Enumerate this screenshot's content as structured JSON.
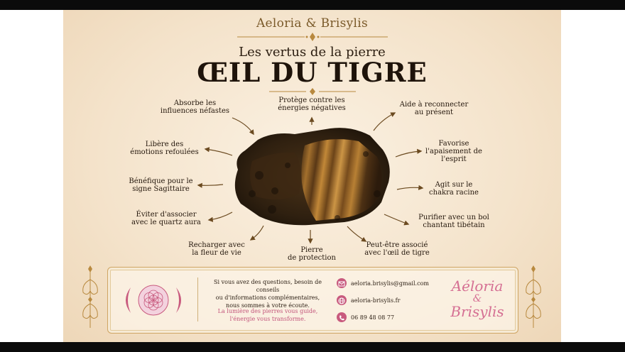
{
  "brand": "Aeloria & Brisylis",
  "subtitle": "Les vertus de la pierre",
  "title": "ŒIL DU TIGRE",
  "virtues": {
    "absorbe": [
      "Absorbe les",
      "influences néfastes"
    ],
    "protege": [
      "Protège contre les",
      "énergies négatives"
    ],
    "aide": [
      "Aide à reconnecter",
      "au présent"
    ],
    "libere": [
      "Libère des",
      "émotions refoulées"
    ],
    "favorise": [
      "Favorise",
      "l'apaisement de",
      "l'esprit"
    ],
    "benefique": [
      "Bénéfique pour le",
      "signe Sagittaire"
    ],
    "agit": [
      "Agit sur le",
      "chakra racine"
    ],
    "eviter": [
      "Éviter d'associer",
      "avec le quartz aura"
    ],
    "purifier": [
      "Purifier avec un bol",
      "chantant tibétain"
    ],
    "recharger": [
      "Recharger avec",
      "la fleur de vie"
    ],
    "pierre": [
      "Pierre",
      "de protection"
    ],
    "associe": [
      "Peut-être associé",
      "avec l'œil de tigre"
    ]
  },
  "footer": {
    "info_lines": [
      "Si vous avez des questions, besoin de conseils",
      "ou d'informations complémentaires,",
      "nous sommes à votre écoute."
    ],
    "motto_lines": [
      "La lumière des pierres vous guide,",
      "l'énergie vous transforme."
    ],
    "email": "aeloria.brisylis@gmail.com",
    "website": "aeloria-brisylis.fr",
    "phone": "06 89 48 08 77",
    "signature_lines": [
      "Aéloria",
      "&",
      "Brisylis"
    ]
  },
  "colors": {
    "gold": "#b8893f",
    "pink": "#c85a7e",
    "ink": "#1e130a"
  }
}
